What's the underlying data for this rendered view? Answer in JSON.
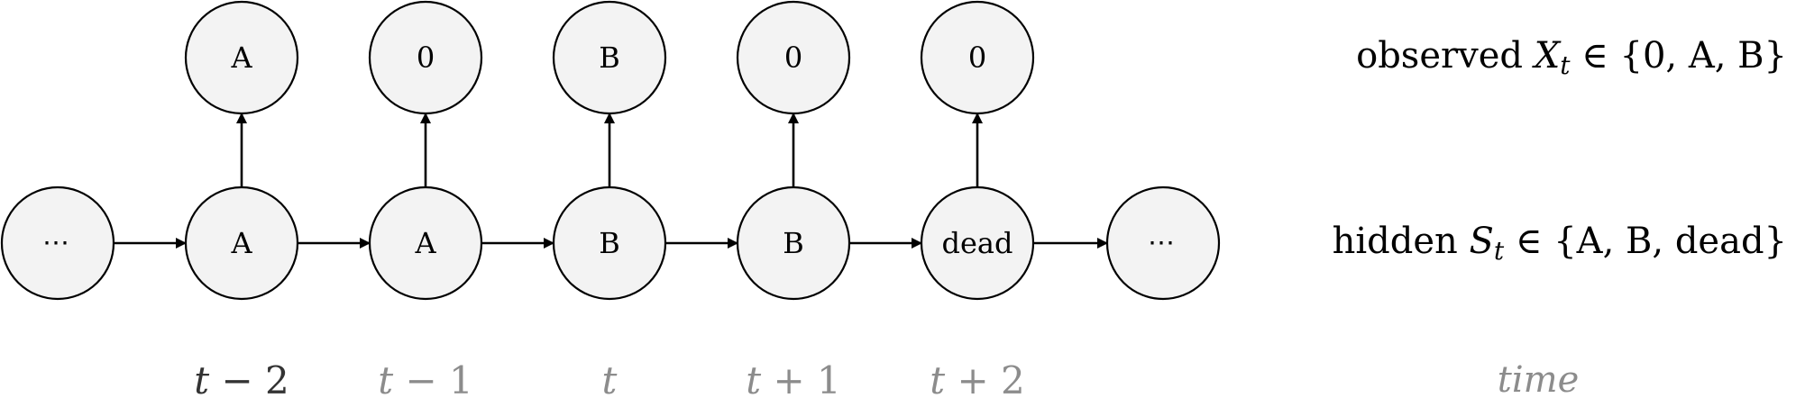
{
  "diagram": {
    "observed_nodes": [
      "A",
      "0",
      "B",
      "0",
      "0"
    ],
    "hidden_nodes": [
      "⋯",
      "A",
      "A",
      "B",
      "B",
      "dead",
      "⋯"
    ],
    "observed_label": {
      "prefix": "observed ",
      "var": "X",
      "sub": "t",
      "set": " ∈ {0, A, B}"
    },
    "hidden_label": {
      "prefix": "hidden ",
      "var": "S",
      "sub": "t",
      "set": " ∈ {A, B, dead}"
    },
    "time_ticks": [
      {
        "var": "t",
        "rest": " − 2"
      },
      {
        "var": "t",
        "rest": " − 1"
      },
      {
        "var": "t",
        "rest": ""
      },
      {
        "var": "t",
        "rest": " + 1"
      },
      {
        "var": "t",
        "rest": " + 2"
      }
    ],
    "time_axis_label": "time",
    "colors": {
      "node_fill": "#f3f3f3",
      "first_tick": "#333333",
      "other_ticks": "#8c8c8c"
    }
  }
}
